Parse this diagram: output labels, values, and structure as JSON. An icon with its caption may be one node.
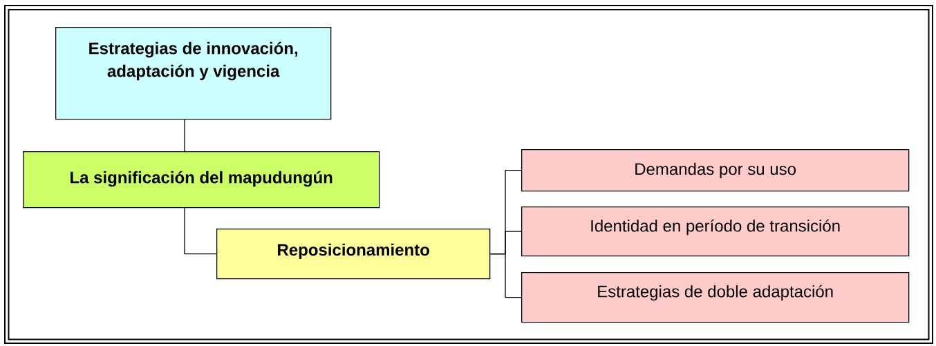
{
  "diagram": {
    "nodes": [
      {
        "text": [
          "Estrategias de innovación, adaptación y vigencia"
        ]
      },
      {
        "text": [
          "La significación del mapudungún"
        ]
      },
      {
        "text": [
          "Reposicionamiento"
        ]
      },
      {
        "text": [
          "Demandas por su uso"
        ]
      },
      {
        "text": [
          "Identidad en período de transición"
        ]
      },
      {
        "text": [
          "Estrategias de doble adaptación"
        ]
      }
    ],
    "edges": [
      {
        "from": 0,
        "to": 1,
        "arrow": "none"
      },
      {
        "from": 1,
        "to": 2,
        "arrow": "none"
      },
      {
        "from": 2,
        "to": 3,
        "arrow": "none"
      },
      {
        "from": 2,
        "to": 4,
        "arrow": "none"
      },
      {
        "from": 2,
        "to": 5,
        "arrow": "none"
      }
    ]
  }
}
